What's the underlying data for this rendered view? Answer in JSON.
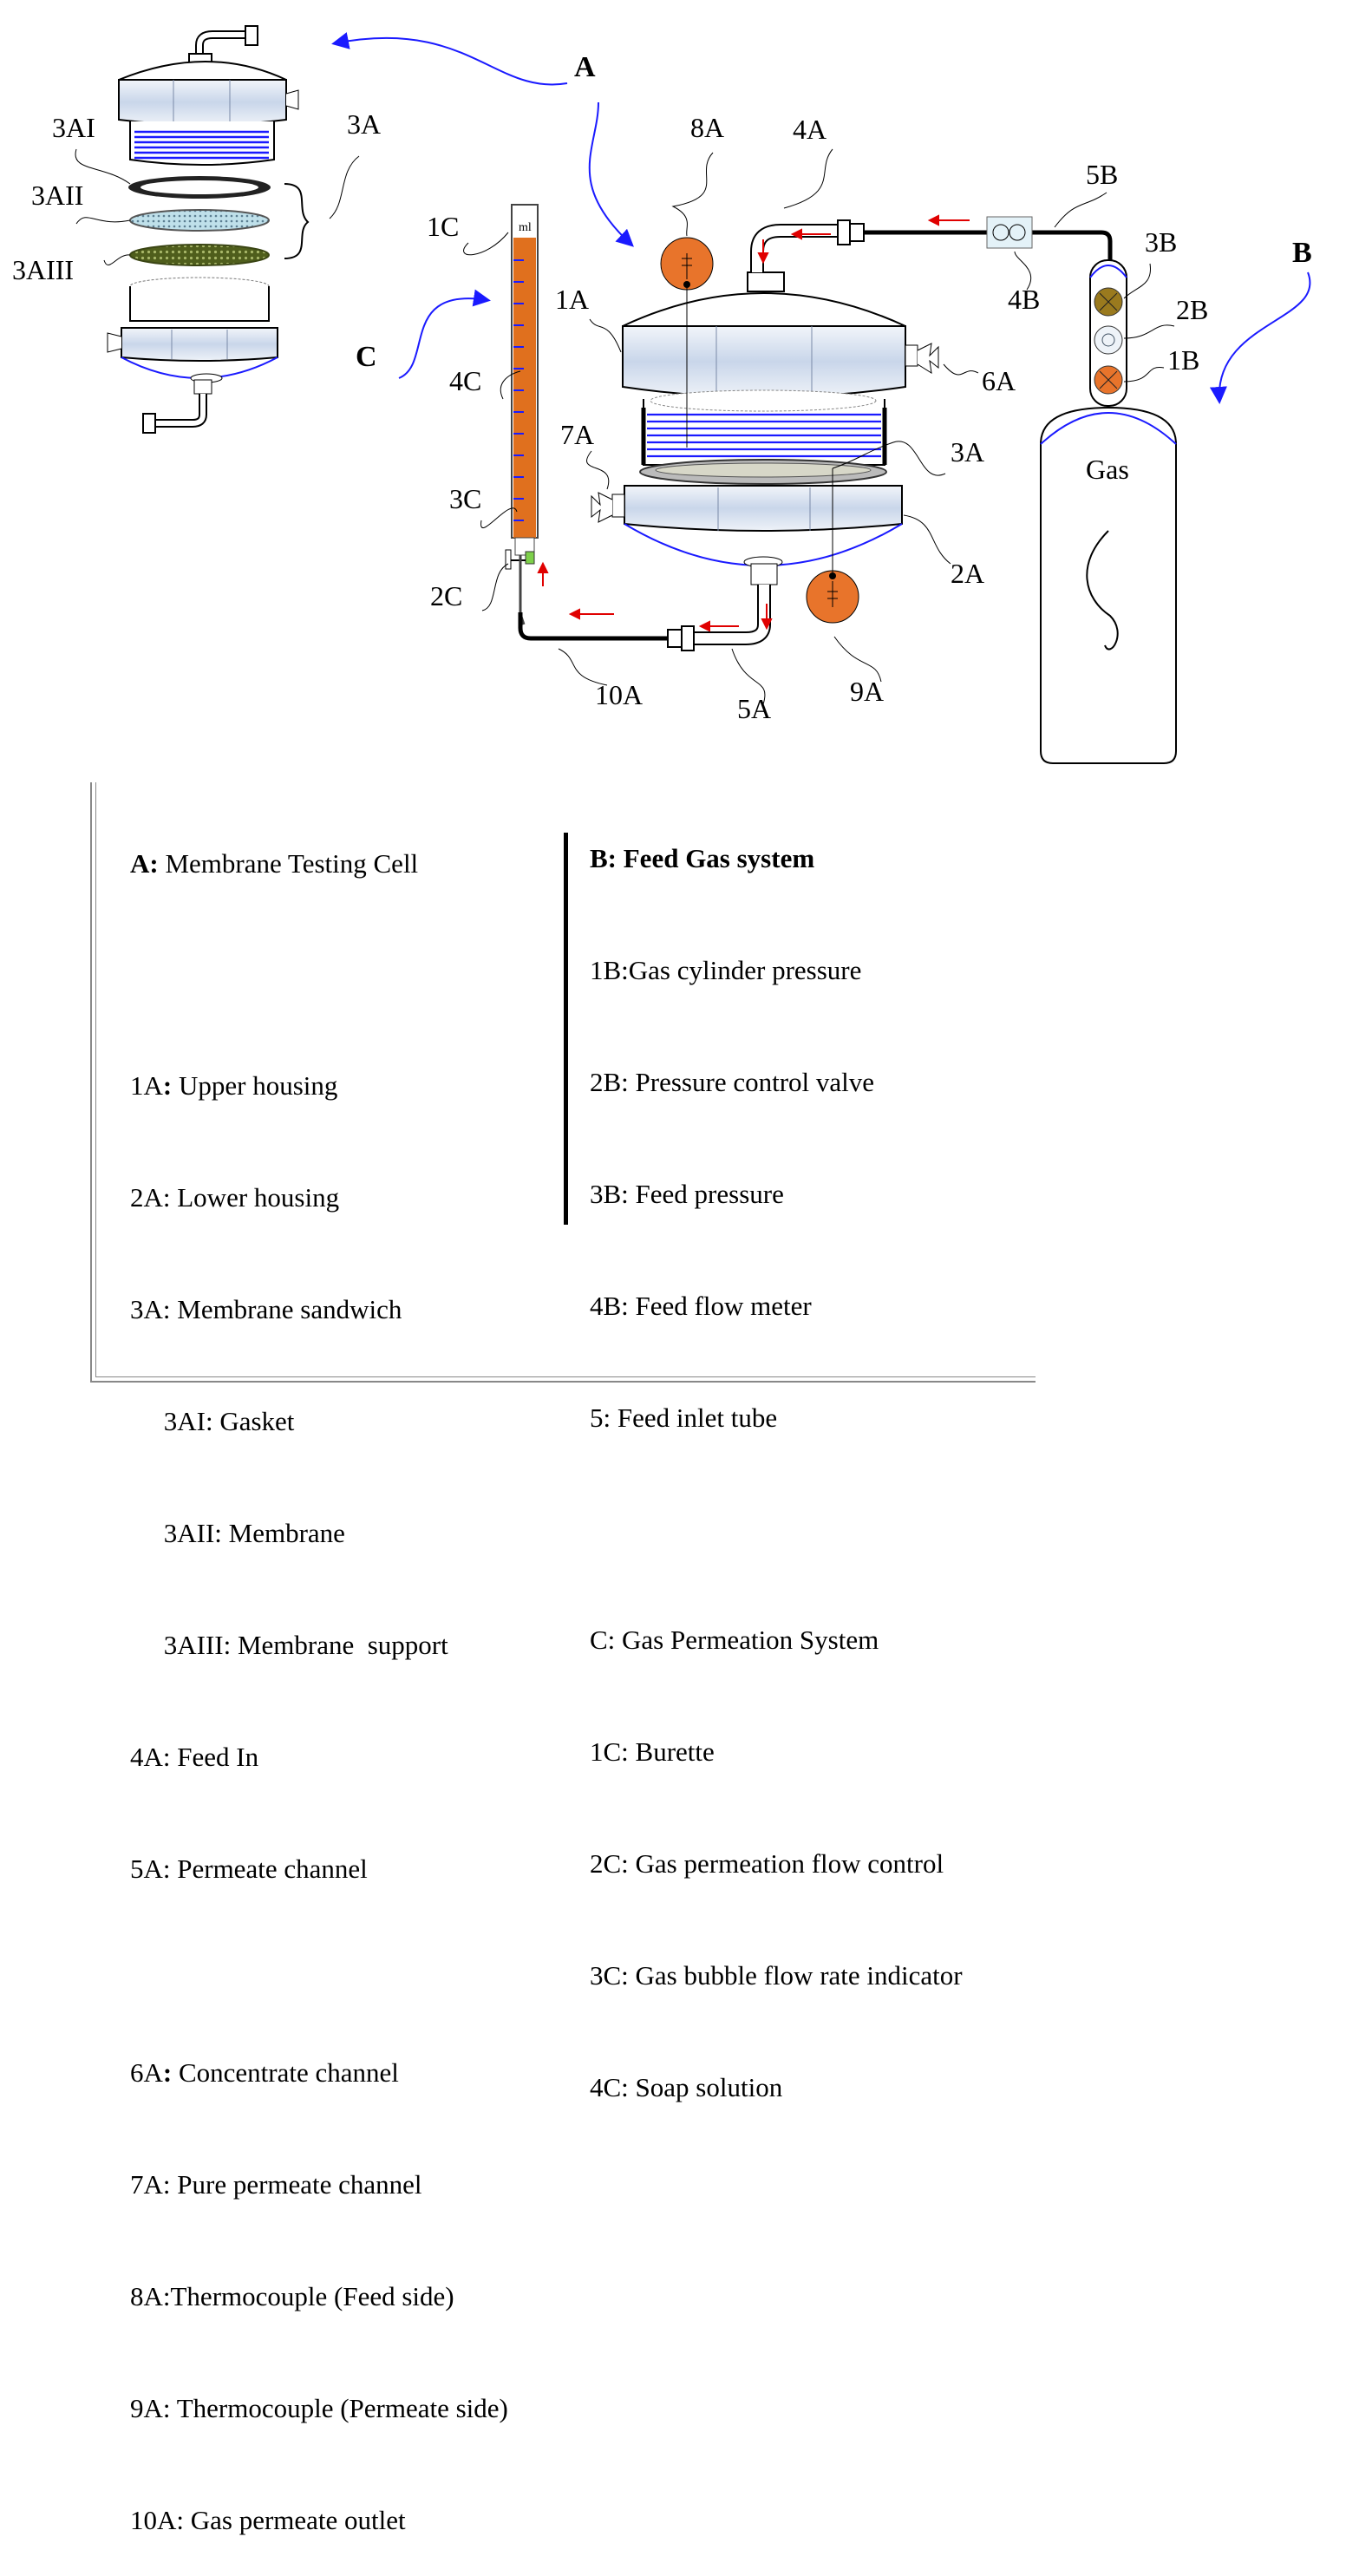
{
  "callouts": {
    "A": "A",
    "B": "B",
    "C": "C",
    "l3AI": "3AI",
    "l3AII": "3AII",
    "l3AIII": "3AIII",
    "l3A_exploded": "3A",
    "l1C": "1C",
    "l4C": "4C",
    "l3C": "3C",
    "l2C": "2C",
    "l1A": "1A",
    "l7A": "7A",
    "l8A": "8A",
    "l4A": "4A",
    "l3A": "3A",
    "l6A": "6A",
    "l2A": "2A",
    "l9A": "9A",
    "l10A": "10A",
    "l5A": "5A",
    "l5B": "5B",
    "l4B": "4B",
    "l3B": "3B",
    "l2B": "2B",
    "l1B": "1B",
    "burette_unit": "ml",
    "cylinder": "Gas"
  },
  "legend_a": {
    "heading_key": "A:",
    "heading_text": " Membrane Testing Cell",
    "i1a_key": "1A",
    "i1a_colon": ":",
    "i1a_text": " Upper housing",
    "i2a": "2A: Lower housing",
    "i3a": "3A: Membrane sandwich",
    "i3ai": "     3AI: Gasket",
    "i3aii": "     3AII: Membrane",
    "i3aiii": "     3AIII: Membrane  support",
    "i4a": "4A: Feed In",
    "i5a": "5A: Permeate channel",
    "i6a_key": "6A",
    "i6a_colon": ":",
    "i6a_text": " Concentrate channel",
    "i7a": "7A: Pure permeate channel",
    "i8a": "8A:Thermocouple (Feed side)",
    "i9a": "9A: Thermocouple (Permeate side)",
    "i10a": "10A: Gas permeate outlet"
  },
  "legend_b": {
    "heading": "B: Feed Gas system",
    "i1b": "1B:Gas cylinder pressure",
    "i2b": "2B: Pressure control valve",
    "i3b": "3B: Feed pressure",
    "i4b": "4B: Feed flow meter",
    "i5": "5: Feed inlet tube"
  },
  "legend_c": {
    "heading": "C: Gas Permeation System",
    "i1c": "1C: Burette",
    "i2c": "2C: Gas permeation flow control",
    "i3c": "3C: Gas bubble flow rate indicator",
    "i4c": "4C: Soap solution"
  },
  "colors": {
    "flow_blue": "#1a1aff",
    "flow_red": "#e00000",
    "housing": "#dfe7f3",
    "gauge_orange": "#e8742b",
    "soap_orange": "#e0701e",
    "support_green": "#6b7a2a"
  }
}
